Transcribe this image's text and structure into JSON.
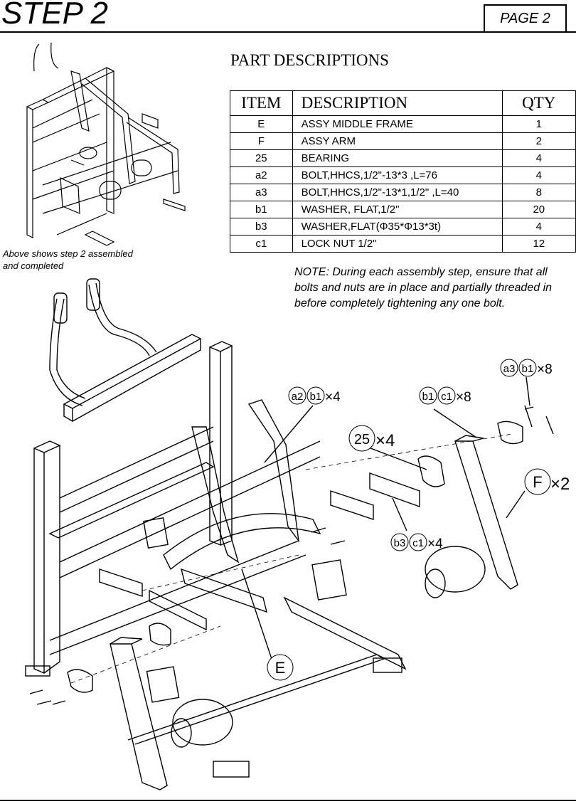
{
  "header": {
    "step_title": "STEP 2",
    "page_label": "PAGE 2"
  },
  "parts": {
    "title": "PART DESCRIPTIONS",
    "columns": [
      "ITEM",
      "DESCRIPTION",
      "QTY"
    ],
    "rows": [
      {
        "item": "E",
        "description": "ASSY MIDDLE FRAME",
        "qty": "1"
      },
      {
        "item": "F",
        "description": "ASSY  ARM",
        "qty": "2"
      },
      {
        "item": "25",
        "description": "BEARING",
        "qty": "4"
      },
      {
        "item": "a2",
        "description": "BOLT,HHCS,1/2\"-13*3 ,L=76",
        "qty": "4"
      },
      {
        "item": "a3",
        "description": "BOLT,HHCS,1/2\"-13*1,1/2\" ,L=40",
        "qty": "8"
      },
      {
        "item": "b1",
        "description": "WASHER, FLAT,1/2\"",
        "qty": "20"
      },
      {
        "item": "b3",
        "description": "WASHER,FLAT(Φ35*Φ13*3t)",
        "qty": "4"
      },
      {
        "item": "c1",
        "description": "LOCK NUT 1/2\"",
        "qty": "12"
      }
    ]
  },
  "thumbnail": {
    "caption_line1": "Above shows step 2 assembled",
    "caption_line2": "and completed"
  },
  "note": "NOTE: During each assembly step, ensure that all bolts and nuts are in place and partially threaded  in before completely tightening any one bolt.",
  "callouts": {
    "a3": "a3",
    "b1_top": "b1",
    "mult_8_top": "×8",
    "a2": "a2",
    "b1_mid": "b1",
    "mult_4_a2": "×4",
    "b1_c1_b1": "b1",
    "c1_top": "c1",
    "mult_8_mid": "×8",
    "n25": "25",
    "mult_4_25": "×4",
    "F": "F",
    "mult_2": "×2",
    "b3": "b3",
    "c1_bot": "c1",
    "mult_4_b3": "×4",
    "E": "E"
  }
}
